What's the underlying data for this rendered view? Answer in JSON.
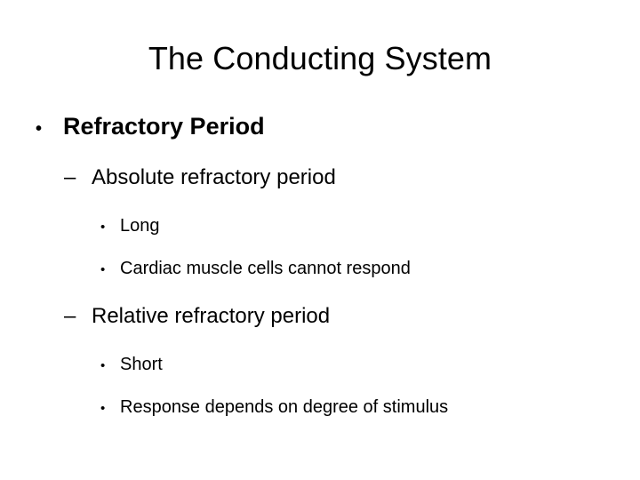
{
  "slide": {
    "title": "The Conducting System",
    "background_color": "#ffffff",
    "text_color": "#000000",
    "outline": [
      {
        "level": 1,
        "marker": "•",
        "marker_name": "disc-bullet",
        "text": "Refractory Period",
        "bold": true
      },
      {
        "level": 2,
        "marker": "–",
        "marker_name": "en-dash-bullet",
        "text": "Absolute refractory period",
        "bold": false
      },
      {
        "level": 3,
        "marker": "•",
        "marker_name": "disc-bullet",
        "text": "Long",
        "bold": false
      },
      {
        "level": 3,
        "marker": "•",
        "marker_name": "disc-bullet",
        "text": "Cardiac muscle cells cannot respond",
        "bold": false
      },
      {
        "level": 2,
        "marker": "–",
        "marker_name": "en-dash-bullet",
        "text": "Relative refractory period",
        "bold": false
      },
      {
        "level": 3,
        "marker": "•",
        "marker_name": "disc-bullet",
        "text": "Short",
        "bold": false
      },
      {
        "level": 3,
        "marker": "•",
        "marker_name": "disc-bullet",
        "text": "Response depends on degree of stimulus",
        "bold": false
      }
    ]
  }
}
